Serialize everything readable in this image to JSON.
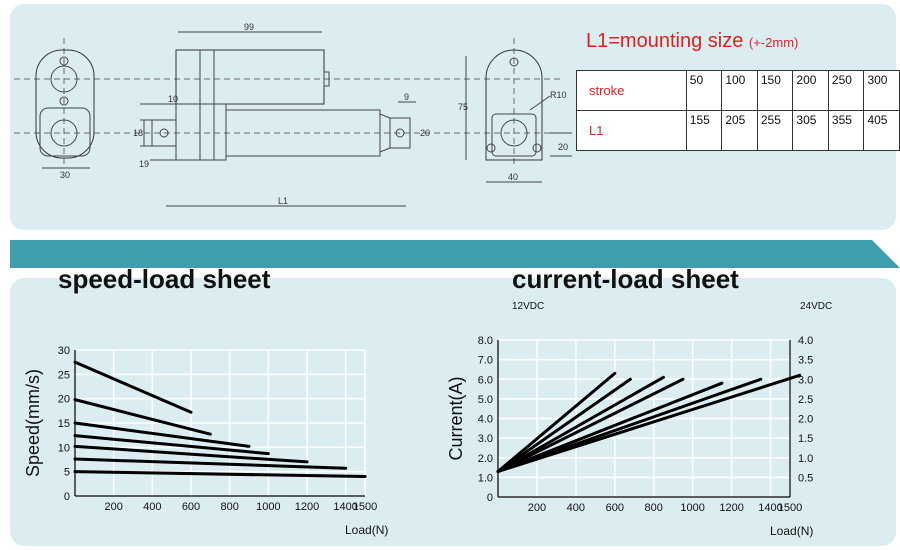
{
  "drawing": {
    "dims": {
      "d99": "99",
      "d10": "10",
      "d18": "18",
      "d19": "19",
      "d30": "30",
      "dL1": "L1",
      "d9": "9",
      "d20": "20",
      "d75": "75",
      "dR10": "R10",
      "d40": "40",
      "d20b": "20"
    }
  },
  "mounting": {
    "title": "L1=mounting size",
    "tolerance": "(+-2mm)",
    "table": {
      "row1_label": "stroke",
      "row1": [
        "50",
        "100",
        "150",
        "200",
        "250",
        "300"
      ],
      "row2_label": "L1",
      "row2": [
        "155",
        "205",
        "255",
        "305",
        "355",
        "405"
      ]
    }
  },
  "speed_title": "speed-load sheet",
  "current_title": "current-load sheet",
  "colors": {
    "panel": "#dcedf2",
    "band": "#3f9eae",
    "accent_red": "#e02020",
    "line": "#000000",
    "grid": "#ffffff"
  },
  "chart_data": [
    {
      "type": "line",
      "title": "speed-load sheet",
      "xlabel": "Load(N)",
      "ylabel": "Speed(mm/s)",
      "xlim": [
        0,
        1500
      ],
      "ylim": [
        0,
        30
      ],
      "xticks": [
        "200",
        "400",
        "600",
        "800",
        "1000",
        "1200",
        "1400",
        "1500"
      ],
      "yticks": [
        "0",
        "5",
        "10",
        "15",
        "20",
        "25",
        "30"
      ],
      "grid": true,
      "series": [
        {
          "x": [
            0,
            600
          ],
          "y": [
            27.5,
            17.2
          ]
        },
        {
          "x": [
            0,
            700
          ],
          "y": [
            19.8,
            12.7
          ]
        },
        {
          "x": [
            0,
            900
          ],
          "y": [
            15.0,
            10.2
          ]
        },
        {
          "x": [
            0,
            1000
          ],
          "y": [
            12.4,
            8.7
          ]
        },
        {
          "x": [
            0,
            1200
          ],
          "y": [
            10.2,
            7.0
          ]
        },
        {
          "x": [
            0,
            1400
          ],
          "y": [
            7.6,
            5.7
          ]
        },
        {
          "x": [
            0,
            1500
          ],
          "y": [
            5.0,
            4.0
          ]
        }
      ]
    },
    {
      "type": "line",
      "title": "current-load sheet",
      "xlabel": "Load(N)",
      "ylabel": "Current(A)",
      "y2label_top_left": "12VDC",
      "y2label_top_right": "24VDC",
      "xlim": [
        0,
        1500
      ],
      "ylim": [
        0,
        8
      ],
      "y2lim": [
        0,
        4
      ],
      "xticks": [
        "200",
        "400",
        "600",
        "800",
        "1000",
        "1200",
        "1400",
        "1500"
      ],
      "yticks": [
        "0",
        "1.0",
        "2.0",
        "3.0",
        "4.0",
        "5.0",
        "6.0",
        "7.0",
        "8.0"
      ],
      "y2ticks": [
        "0.5",
        "1.0",
        "1.5",
        "2.0",
        "2.5",
        "3.0",
        "3.5",
        "4.0"
      ],
      "grid": true,
      "series": [
        {
          "x": [
            0,
            600
          ],
          "y": [
            1.3,
            6.3
          ]
        },
        {
          "x": [
            0,
            680
          ],
          "y": [
            1.3,
            6.0
          ]
        },
        {
          "x": [
            0,
            850
          ],
          "y": [
            1.3,
            6.1
          ]
        },
        {
          "x": [
            0,
            950
          ],
          "y": [
            1.3,
            6.0
          ]
        },
        {
          "x": [
            0,
            1150
          ],
          "y": [
            1.3,
            5.8
          ]
        },
        {
          "x": [
            0,
            1350
          ],
          "y": [
            1.3,
            6.0
          ]
        },
        {
          "x": [
            0,
            1550
          ],
          "y": [
            1.3,
            6.2
          ]
        }
      ]
    }
  ]
}
